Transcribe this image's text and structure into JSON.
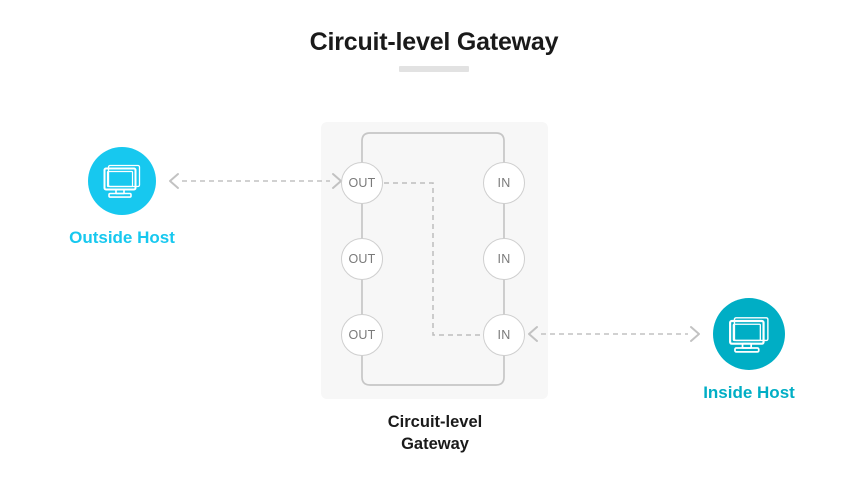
{
  "page": {
    "title": "Circuit-level Gateway",
    "background": "#ffffff"
  },
  "colors": {
    "outside_host": "#17c8ef",
    "inside_host": "#00aec5",
    "panel_bg": "#f7f7f7",
    "node_stroke": "#cfcfcf",
    "node_text": "#7a7a7a",
    "path_stroke": "#c6c6c6",
    "dashed_stroke": "#bdbdbd",
    "arrow_stroke": "#c2c2c2",
    "title_text": "#1a1a1a",
    "rule": "#e2e2e2"
  },
  "header": {
    "title": "Circuit-level Gateway",
    "rule": "title-divider"
  },
  "hosts": {
    "outside": {
      "label": "Outside Host",
      "icon": "desktop-monitor-icon"
    },
    "inside": {
      "label": "Inside Host",
      "icon": "desktop-monitor-icon"
    }
  },
  "gateway": {
    "caption_line1": "Circuit-level",
    "caption_line2": "Gateway",
    "out_nodes": [
      {
        "label": "OUT"
      },
      {
        "label": "OUT"
      },
      {
        "label": "OUT"
      }
    ],
    "in_nodes": [
      {
        "label": "IN"
      },
      {
        "label": "IN"
      },
      {
        "label": "IN"
      }
    ]
  },
  "connections": {
    "left_arrow": "bidirectional-dashed-arrow",
    "right_arrow": "bidirectional-dashed-arrow",
    "internal_circuit": "dashed-circuit-link",
    "node_bus": "solid-loop-path"
  }
}
